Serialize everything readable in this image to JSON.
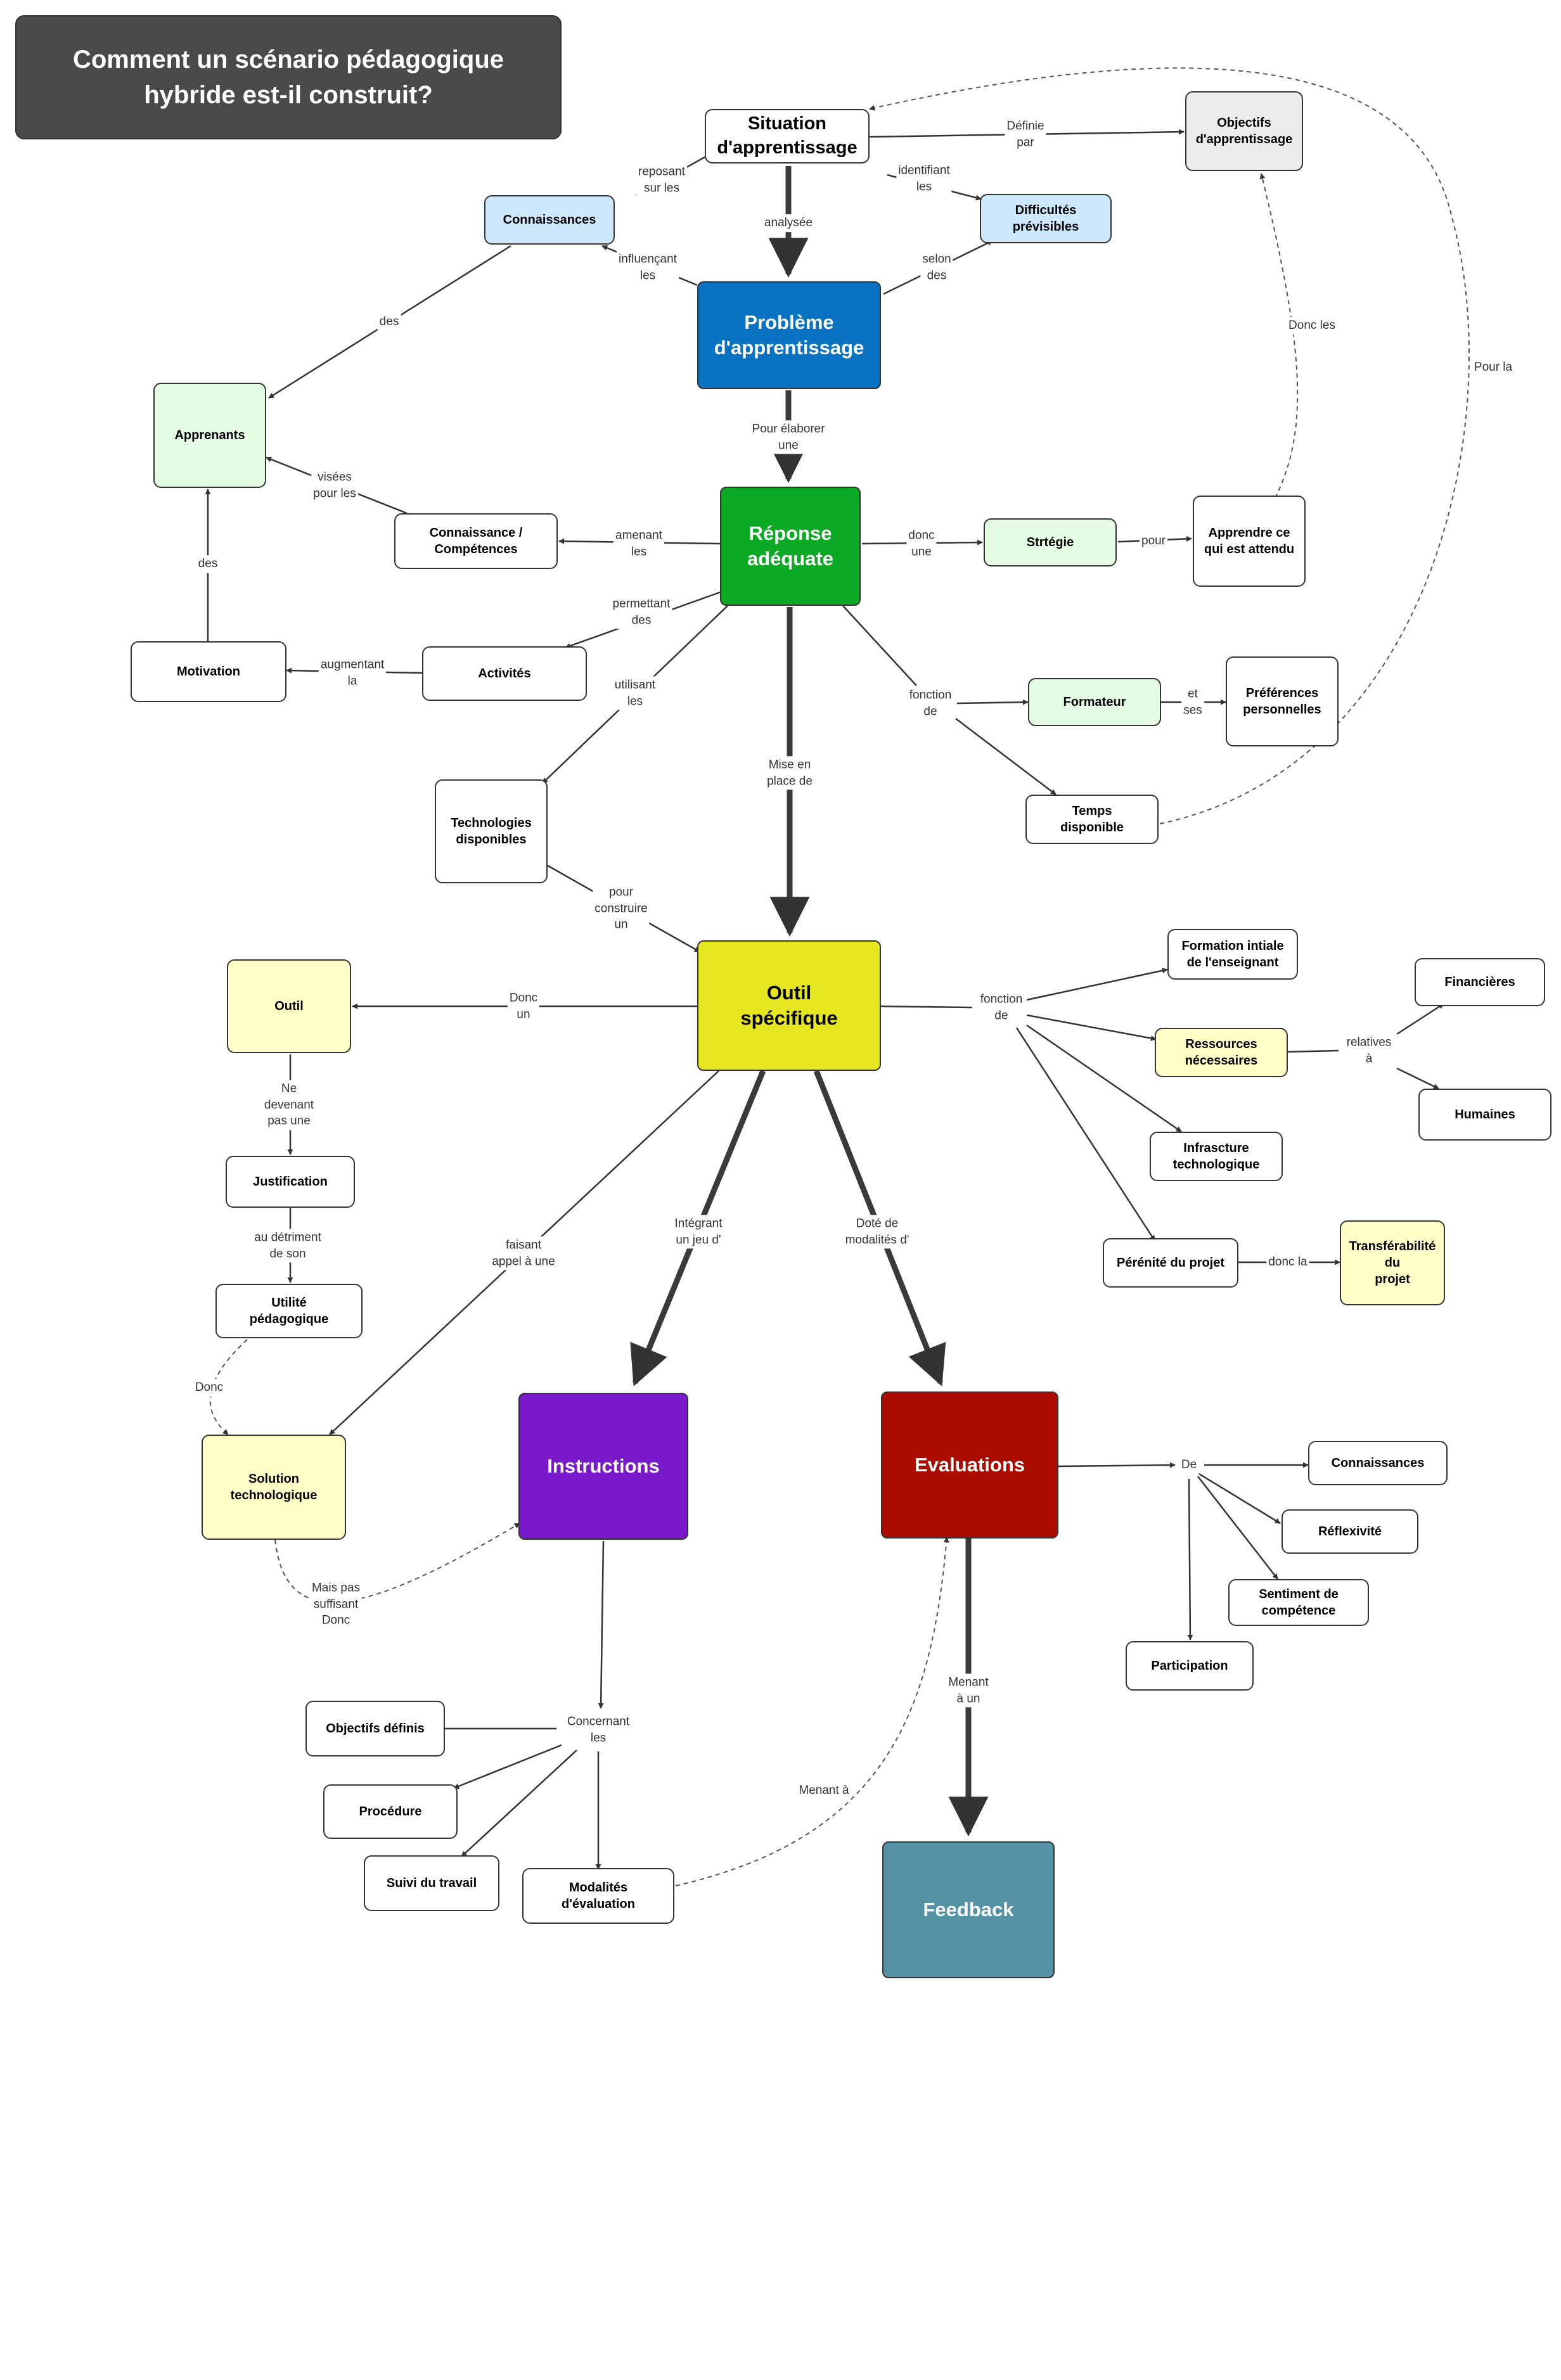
{
  "title": "Comment un scénario pédagogique\nhybride est-il construit?",
  "colors": {
    "probleme": "#0a72c2",
    "reponse": "#0ca924",
    "outil_specifique": "#e6e620",
    "instructions": "#7a18cc",
    "evaluations": "#ab0c00",
    "feedback": "#5692a6",
    "light_blue": "#cde8fb",
    "light_green": "#e4fbe4",
    "light_yellow": "#fefec6",
    "grey": "#ececec"
  },
  "nodes": {
    "situation": "Situation\nd'apprentissage",
    "objectifs_apprentissage": "Objectifs\nd'apprentissage",
    "connaissances_top": "Connaissances",
    "difficultes": "Difficultés\nprévisibles",
    "probleme": "Problème\nd'apprentissage",
    "apprenants": "Apprenants",
    "connaissance_competences": "Connaissance /\nCompétences",
    "reponse": "Réponse\nadéquate",
    "strategie": "Strtégie",
    "apprendre": "Apprendre ce\nqui est attendu",
    "motivation": "Motivation",
    "activites": "Activités",
    "formateur": "Formateur",
    "preferences": "Préférences\npersonnelles",
    "temps": "Temps\ndisponible",
    "technologies": "Technologies\ndisponibles",
    "outil_specifique": "Outil\nspécifique",
    "outil": "Outil",
    "formation": "Formation intiale\nde l'enseignant",
    "financieres": "Financières",
    "ressources": "Ressources\nnécessaires",
    "humaines": "Humaines",
    "infrastructure": "Infrascture\ntechnologique",
    "justification": "Justification",
    "perennite": "Pérénité  du projet",
    "transferabilite": "Transférabilité\ndu\nprojet",
    "utilite": "Utilité\npédagogique",
    "solution": "Solution\ntechnologique",
    "instructions": "Instructions",
    "evaluations": "Evaluations",
    "connaissances_eval": "Connaissances",
    "reflexivite": "Réflexivité",
    "sentiment": "Sentiment de\ncompétence",
    "participation": "Participation",
    "objectifs_definis": "Objectifs définis",
    "procedure": "Procédure",
    "suivi": "Suivi du travail",
    "modalites": "Modalités\nd'évaluation",
    "feedback": "Feedback"
  },
  "links": {
    "definie_par": "Définie\npar",
    "reposant_sur": "reposant\nsur les",
    "identifiant": "identifiant\nles",
    "analysee": "analysée",
    "influencant": "influençant\nles",
    "selon_des": "selon\ndes",
    "des_apprenants": "des",
    "donc_les": "Donc les",
    "pour_la": "Pour la",
    "pour_elaborer": "Pour élaborer\nune",
    "visees": "visées\npour les",
    "amenant": "amenant\nles",
    "donc_une": "donc\nune",
    "pour": "pour",
    "des_motivation": "des",
    "permettant": "permettant\ndes",
    "augmentant": "augmentant\nla",
    "utilisant": "utilisant\nles",
    "fonction_de_1": "fonction\nde",
    "et_ses": "et\nses",
    "mise_en_place": "Mise en\nplace de",
    "pour_construire": "pour\nconstruire\nun",
    "donc_un": "Donc\nun",
    "fonction_de_2": "fonction\nde",
    "relatives": "relatives\nà",
    "ne_devenant": "Ne\ndevenant\npas une",
    "au_detriment": "au détriment\nde son",
    "donc_la": "donc la",
    "faisant_appel": "faisant\nappel à une",
    "integrant": "Intégrant\nun jeu d'",
    "dote": "Doté de\nmodalités d'",
    "donc": "Donc",
    "de": "De",
    "mais_pas": "Mais pas\nsuffisant\nDonc",
    "concernant": "Concernant\nles",
    "menant_a": "Menant à",
    "menant_a_un": "Menant\nà un"
  }
}
